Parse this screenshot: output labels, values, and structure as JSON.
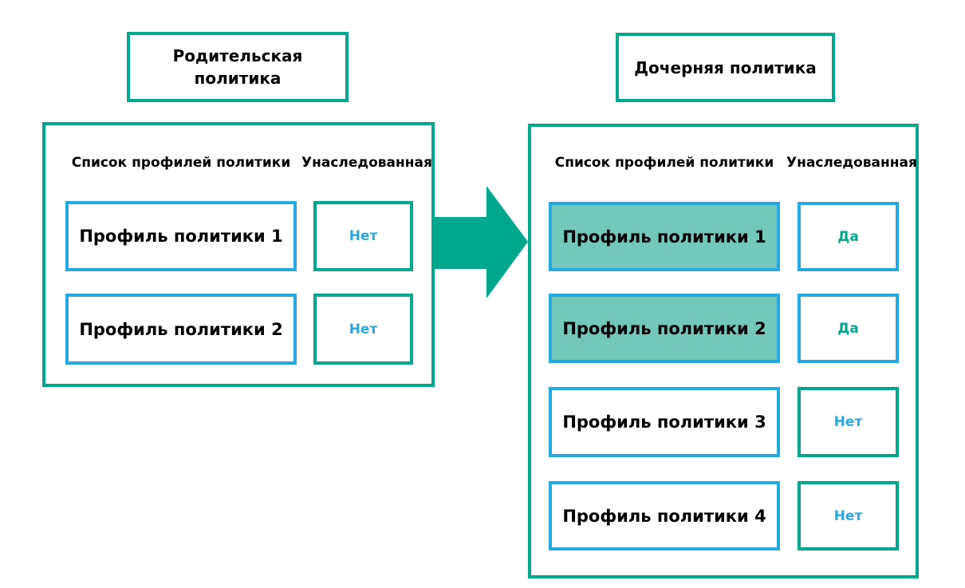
{
  "colors": {
    "teal": "#00a78d",
    "teal_fill": "#74c8ba",
    "blue": "#24a9e1",
    "text_black": "#000000"
  },
  "parent_policy": {
    "title": "Родительская\nполитика",
    "headers": {
      "profiles": "Список профилей политики",
      "inherited": "Унаследованная"
    },
    "rows": [
      {
        "profile": "Профиль политики 1",
        "inherited": "Нет",
        "highlighted": false
      },
      {
        "profile": "Профиль политики 2",
        "inherited": "Нет",
        "highlighted": false
      }
    ]
  },
  "child_policy": {
    "title": "Дочерняя политика",
    "headers": {
      "profiles": "Список профилей политики",
      "inherited": "Унаследованная"
    },
    "rows": [
      {
        "profile": "Профиль политики 1",
        "inherited": "Да",
        "highlighted": true
      },
      {
        "profile": "Профиль политики 2",
        "inherited": "Да",
        "highlighted": true
      },
      {
        "profile": "Профиль политики 3",
        "inherited": "Нет",
        "highlighted": false
      },
      {
        "profile": "Профиль политики 4",
        "inherited": "Нет",
        "highlighted": false
      }
    ]
  },
  "arrow": {
    "meaning": "inheritance-from-parent-to-child",
    "direction": "right"
  }
}
